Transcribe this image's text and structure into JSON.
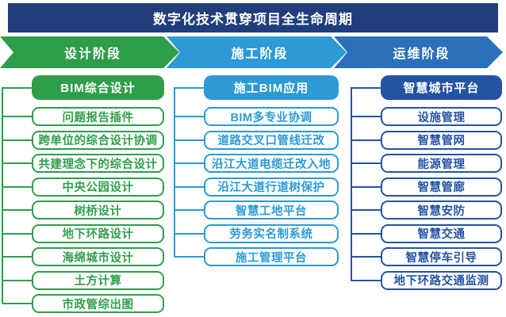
{
  "banner": {
    "title": "数字化技术贯穿项目全生命周期",
    "bg": "#203E7C",
    "text_color": "#FFFFFF"
  },
  "phases": [
    {
      "label": "设计阶段",
      "color": "#2F9E4A"
    },
    {
      "label": "施工阶段",
      "color": "#2B9AD5"
    },
    {
      "label": "运维阶段",
      "color": "#2B70B9"
    }
  ],
  "columns": [
    {
      "header": "BIM综合设计",
      "color": "#2F9E4A",
      "items": [
        "问题报告插件",
        "跨单位的综合设计协调",
        "共建理念下的综合设计",
        "中央公园设计",
        "树桥设计",
        "地下环路设计",
        "海绵城市设计",
        "土方计算",
        "市政管综出图"
      ]
    },
    {
      "header": "施工BIM应用",
      "color": "#2B9AD5",
      "items": [
        "BIM多专业协调",
        "道路交叉口管线迁改",
        "沿江大道电缆迁改入地",
        "沿江大道行道树保护",
        "智慧工地平台",
        "劳务实名制系统",
        "施工管理平台"
      ]
    },
    {
      "header": "智慧城市平台",
      "color": "#2453A3",
      "items": [
        "设施管理",
        "智慧管网",
        "能源管理",
        "智慧管廊",
        "智慧安防",
        "智慧交通",
        "智慧停车引导",
        "地下环路交通监测"
      ]
    }
  ]
}
